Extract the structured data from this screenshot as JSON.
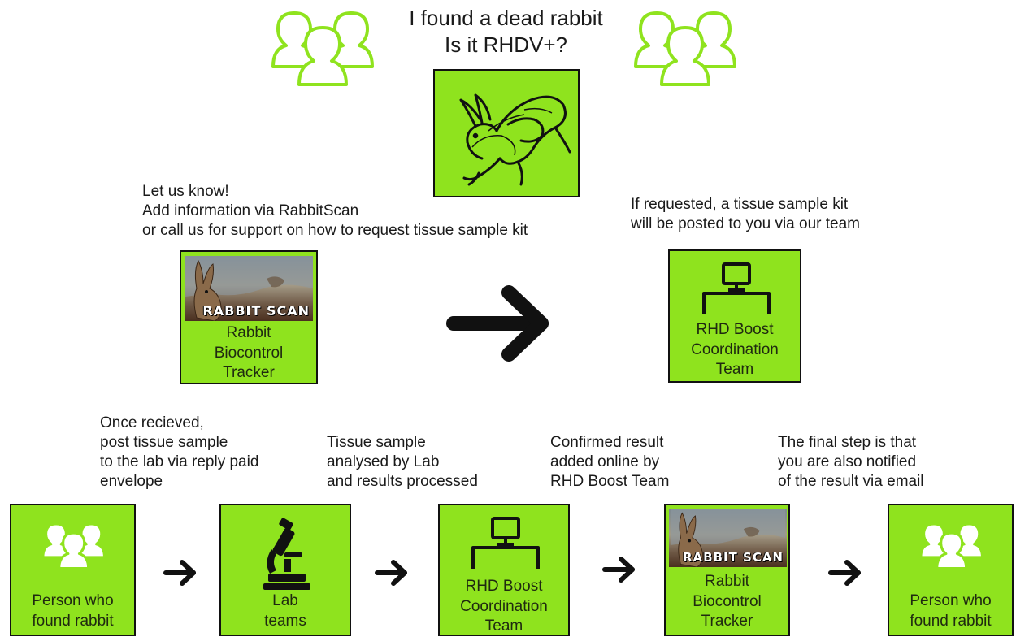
{
  "header": {
    "line1": "I found a dead rabbit",
    "line2": "Is it RHDV+?"
  },
  "notes": {
    "let_us_know": [
      "Let us know!",
      "Add information via RabbitScan",
      "or call us for support on how to request tissue sample kit"
    ],
    "requested": [
      "If requested, a tissue sample kit",
      "will be posted to you via our team"
    ],
    "once_received": [
      "Once recieved,",
      "post tissue sample",
      "to the lab via reply paid",
      "envelope"
    ],
    "analysed": [
      "Tissue sample",
      "analysed by Lab",
      "and results processed"
    ],
    "confirmed": [
      "Confirmed result",
      "added online by",
      "RHD Boost Team"
    ],
    "final": [
      "The final step is that",
      "you are also notified",
      "of the result via email"
    ]
  },
  "boxes": {
    "rabbitscan_top": {
      "banner": "RABBIT SCAN",
      "label": [
        "Rabbit",
        "Biocontrol",
        "Tracker"
      ]
    },
    "coord_top": {
      "label": [
        "RHD Boost",
        "Coordination",
        "Team"
      ]
    },
    "person_start": {
      "label": [
        "Person who",
        "found rabbit"
      ]
    },
    "lab": {
      "label": [
        "Lab",
        "teams"
      ]
    },
    "coord_bottom": {
      "label": [
        "RHD Boost",
        "Coordination",
        "Team"
      ]
    },
    "rabbitscan_bottom": {
      "banner": "RABBIT SCAN",
      "label": [
        "Rabbit",
        "Biocontrol",
        "Tracker"
      ]
    },
    "person_end": {
      "label": [
        "Person who",
        "found rabbit"
      ]
    }
  },
  "colors": {
    "box_green": "#8fe31e",
    "icon_outline_green": "#8fe31e",
    "ink": "#111111"
  },
  "icons": [
    "people-group-icon",
    "rabbit-sketch-icon",
    "computer-desk-icon",
    "microscope-icon",
    "arrow-right-icon"
  ]
}
